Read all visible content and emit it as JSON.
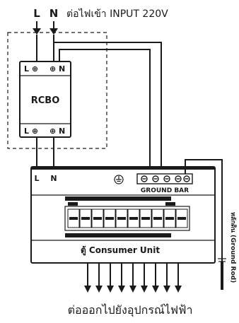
{
  "input": {
    "line_label": "L",
    "neutral_label": "N",
    "caption": "ต่อไฟเข้า INPUT 220V"
  },
  "rcbo": {
    "label": "RCBO",
    "top_terminal_l": "L ⊕",
    "top_terminal_n": "⊕ N",
    "bottom_terminal_l": "L ⊕",
    "bottom_terminal_n": "⊕ N"
  },
  "consumer_unit": {
    "line_label": "L",
    "neutral_label": "N",
    "ground_bar_label": "GROUND BAR",
    "label": "ตู้ Consumer Unit",
    "breaker_count": 10
  },
  "ground_rod": {
    "label": "หลักดิน (Ground Rod)"
  },
  "output": {
    "caption": "ต่อออกไปยังอุปกรณ์ไฟฟ้า",
    "arrow_count": 9
  }
}
